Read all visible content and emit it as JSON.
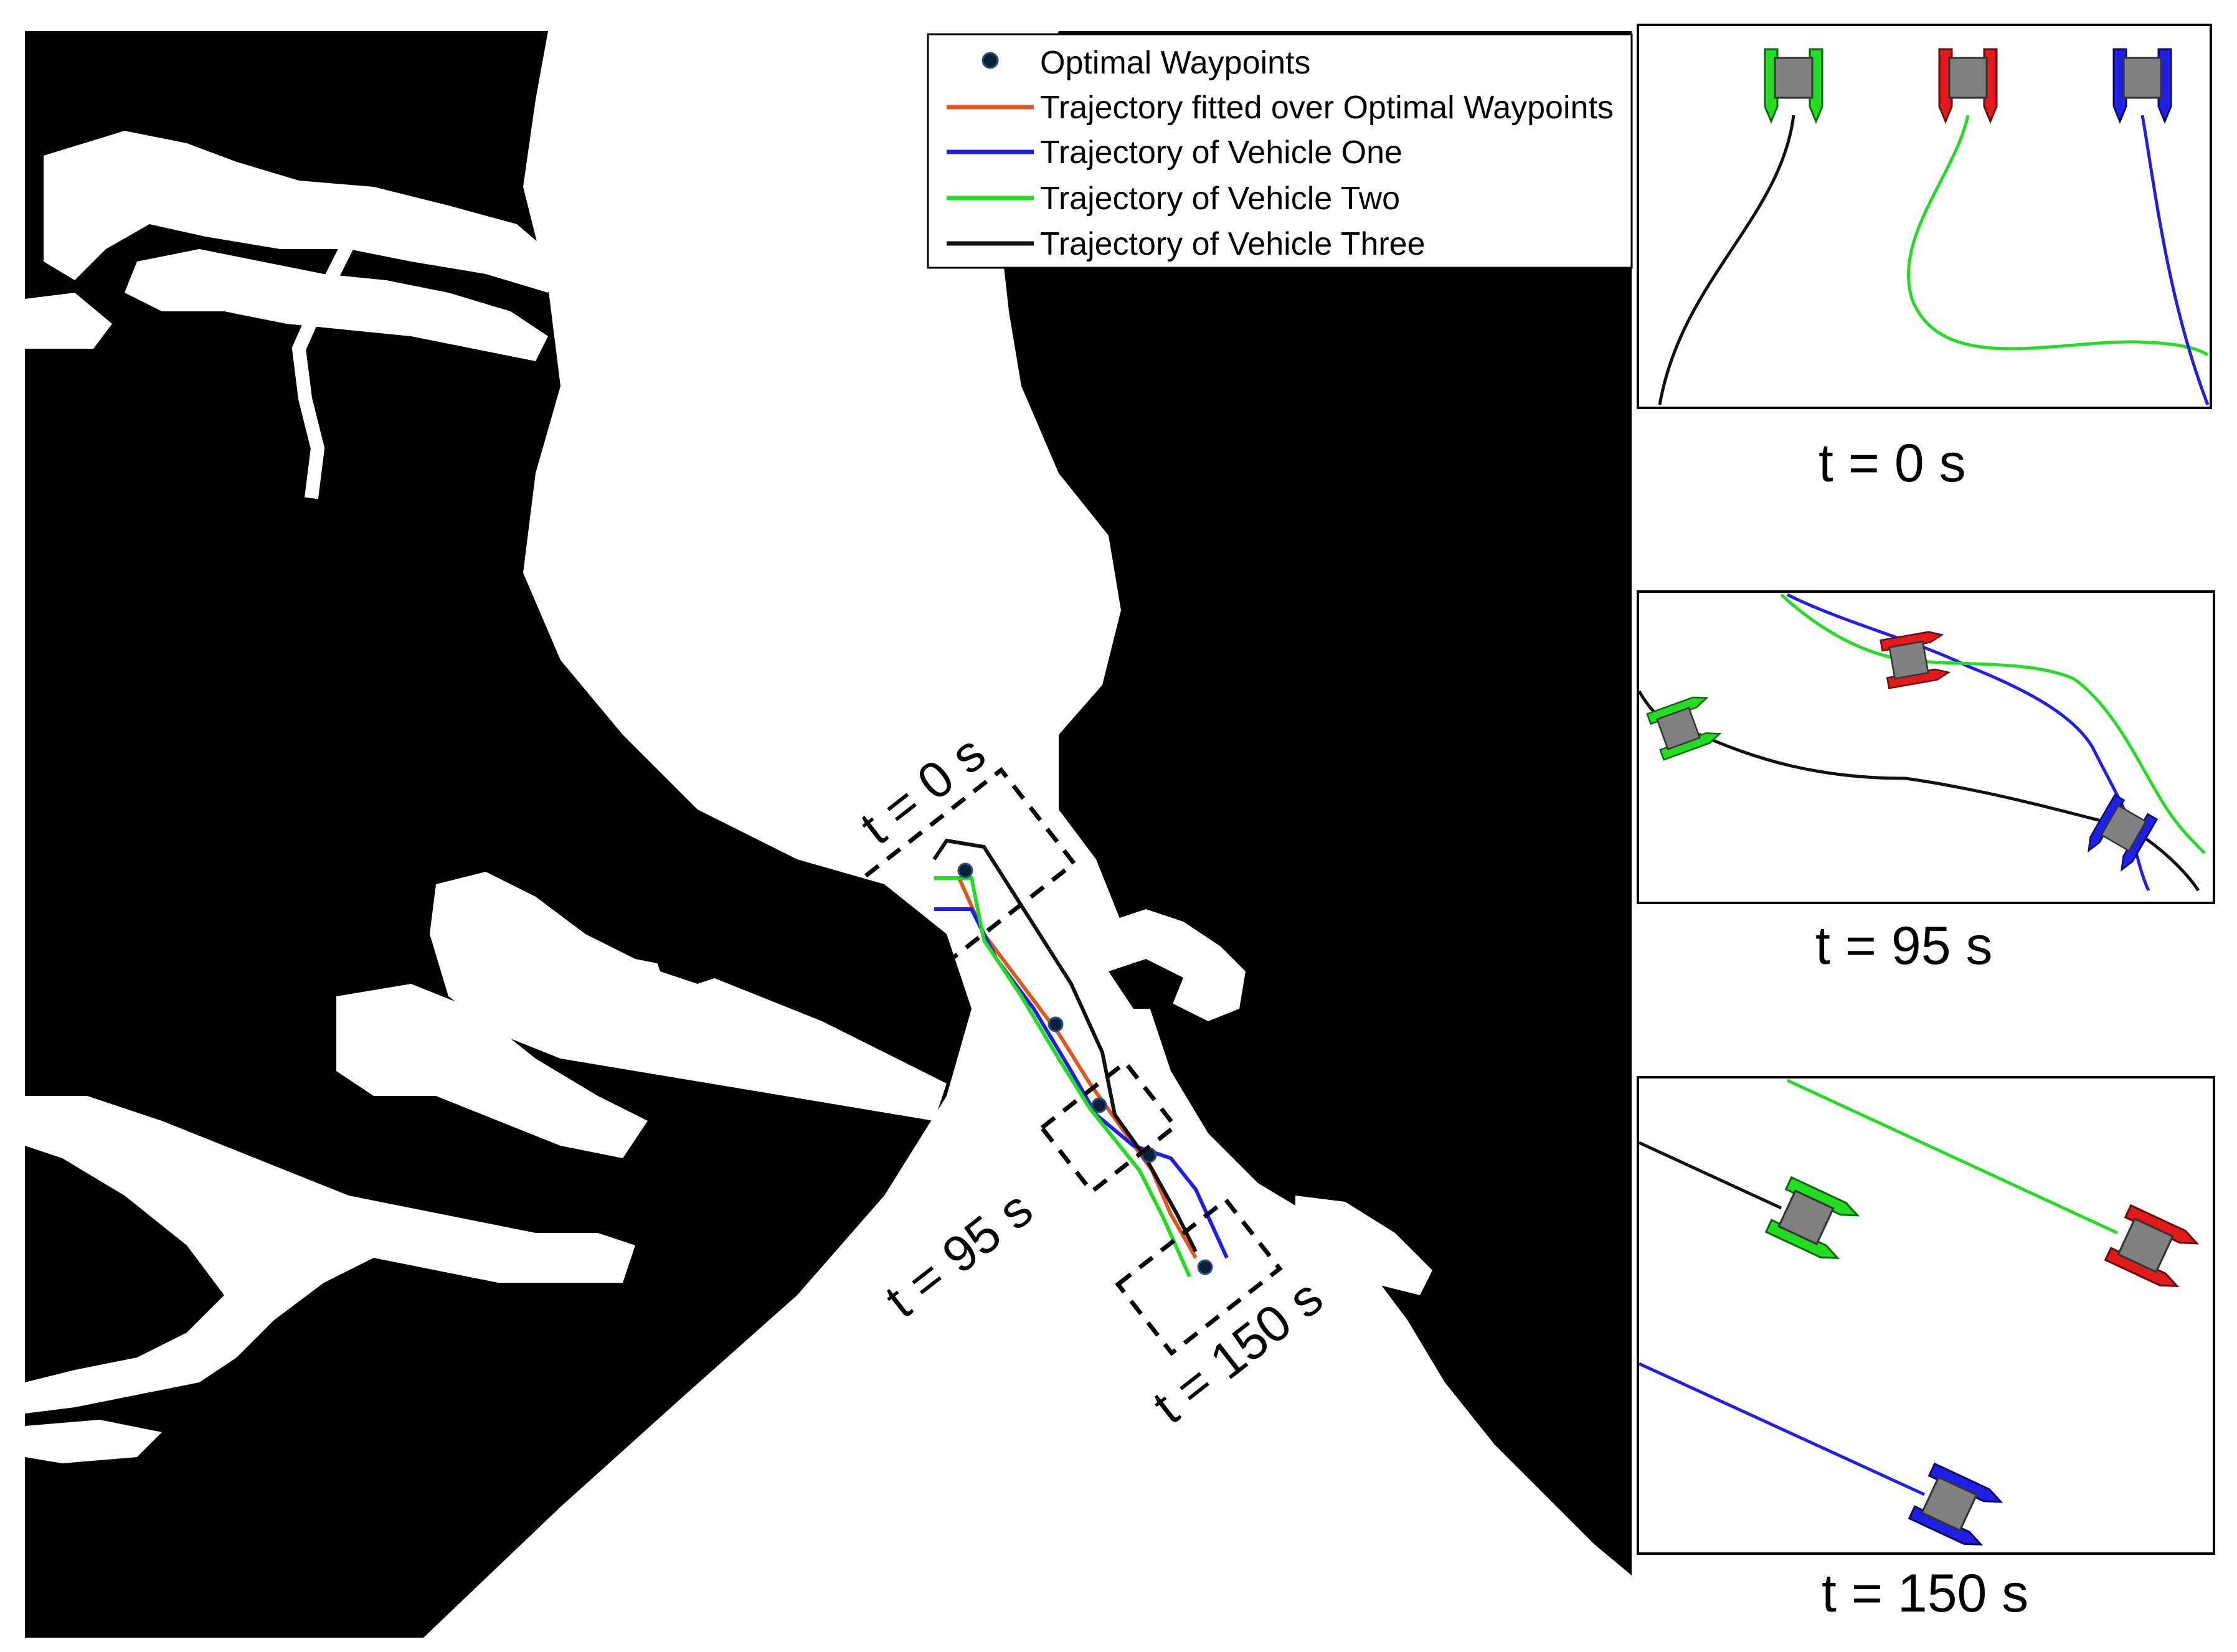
{
  "legend": {
    "items": [
      {
        "label": "Optimal Waypoints",
        "kind": "marker",
        "color": "#0a1f3a"
      },
      {
        "label": "Trajectory fitted over Optimal Waypoints",
        "kind": "line",
        "color": "#e0561b"
      },
      {
        "label": "Trajectory of Vehicle One",
        "kind": "line",
        "color": "#1f1fe6"
      },
      {
        "label": "Trajectory of Vehicle Two",
        "kind": "line",
        "color": "#22dd22"
      },
      {
        "label": "Trajectory of Vehicle Three",
        "kind": "line",
        "color": "#111111"
      }
    ]
  },
  "map_labels": {
    "t0": "t = 0 s",
    "t95": "t = 95 s",
    "t150": "t = 150 s"
  },
  "insets": [
    {
      "caption": "t = 0 s"
    },
    {
      "caption": "t = 95 s"
    },
    {
      "caption": "t = 150 s"
    }
  ],
  "colors": {
    "land": "#000000",
    "water": "#ffffff",
    "vehicle_one": "#1f1fe6",
    "vehicle_two": "#22dd22",
    "vehicle_three": "#111111",
    "red_vehicle": "#e11b1b",
    "hull": "#808080"
  }
}
